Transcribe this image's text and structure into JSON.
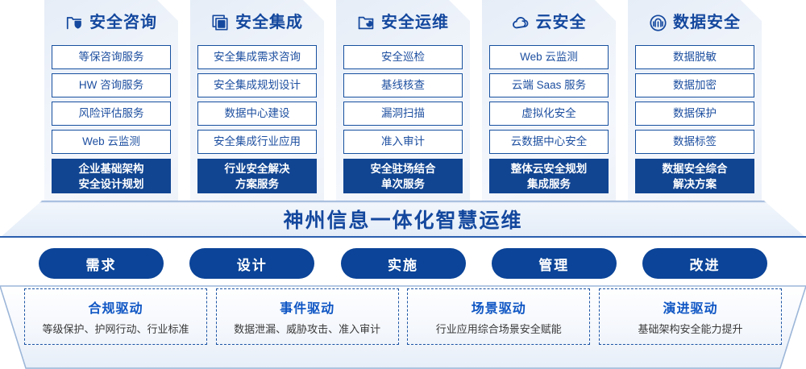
{
  "columns": [
    {
      "icon": "folder-shield-icon",
      "title": "安全咨询",
      "items": [
        "等保咨询服务",
        "HW 咨询服务",
        "风险评估服务",
        "Web 云监测"
      ],
      "highlight": [
        "企业基础架构",
        "安全设计规划"
      ]
    },
    {
      "icon": "stacked-layers-icon",
      "title": "安全集成",
      "items": [
        "安全集成需求咨询",
        "安全集成规划设计",
        "数据中心建设",
        "安全集成行业应用"
      ],
      "highlight": [
        "行业安全解决",
        "方案服务"
      ]
    },
    {
      "icon": "folder-chart-icon",
      "title": "安全运维",
      "items": [
        "安全巡检",
        "基线核查",
        "漏洞扫描",
        "准入审计"
      ],
      "highlight": [
        "安全驻场结合",
        "单次服务"
      ]
    },
    {
      "icon": "cloud-icon",
      "title": "云安全",
      "items": [
        "Web 云监测",
        "云端 Saas 服务",
        "虚拟化安全",
        "云数据中心安全"
      ],
      "highlight": [
        "整体云安全规划",
        "集成服务"
      ]
    },
    {
      "icon": "fingerprint-icon",
      "title": "数据安全",
      "items": [
        "数据脱敏",
        "数据加密",
        "数据保护",
        "数据标签"
      ],
      "highlight": [
        "数据安全综合",
        "解决方案"
      ]
    }
  ],
  "banner": {
    "text": "神州信息一体化智慧运维"
  },
  "pills": [
    {
      "label": "需求"
    },
    {
      "label": "设计"
    },
    {
      "label": "实施"
    },
    {
      "label": "管理"
    },
    {
      "label": "改进"
    }
  ],
  "drivers": [
    {
      "title": "合规驱动",
      "desc": "等级保护、护网行动、行业标准"
    },
    {
      "title": "事件驱动",
      "desc": "数据泄漏、威胁攻击、准入审计"
    },
    {
      "title": "场景驱动",
      "desc": "行业应用综合场景安全赋能"
    },
    {
      "title": "演进驱动",
      "desc": "基础架构安全能力提升"
    }
  ],
  "colors": {
    "primary_blue": "#14489e",
    "deep_blue": "#114592",
    "pill_blue": "#0b4498",
    "border_blue": "#17509f",
    "driver_title": "#0f56c4",
    "card_bg_light": "#eef3fa"
  }
}
